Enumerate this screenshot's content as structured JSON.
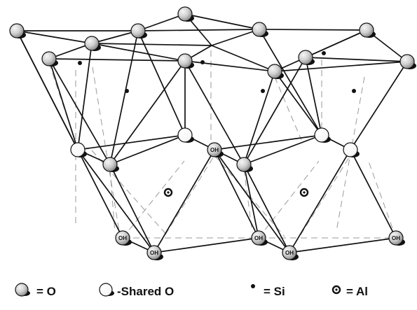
{
  "figure": {
    "hydroxyl_label": "OH"
  },
  "legend": {
    "items": [
      {
        "key": "oxygen",
        "text": "= O",
        "symbol": "grey-sphere"
      },
      {
        "key": "shared-oxygen",
        "text": "-Shared O",
        "symbol": "white-sphere"
      },
      {
        "key": "silicon",
        "text": "= Si",
        "symbol": "small-dot"
      },
      {
        "key": "aluminum",
        "text": "= Al",
        "symbol": "ringed-dot"
      }
    ]
  },
  "colors": {
    "oxygen": "#cfcfcf",
    "shared_oxygen": "#ffffff",
    "bond": "#111111",
    "hidden_bond": "#9a9a9a"
  }
}
